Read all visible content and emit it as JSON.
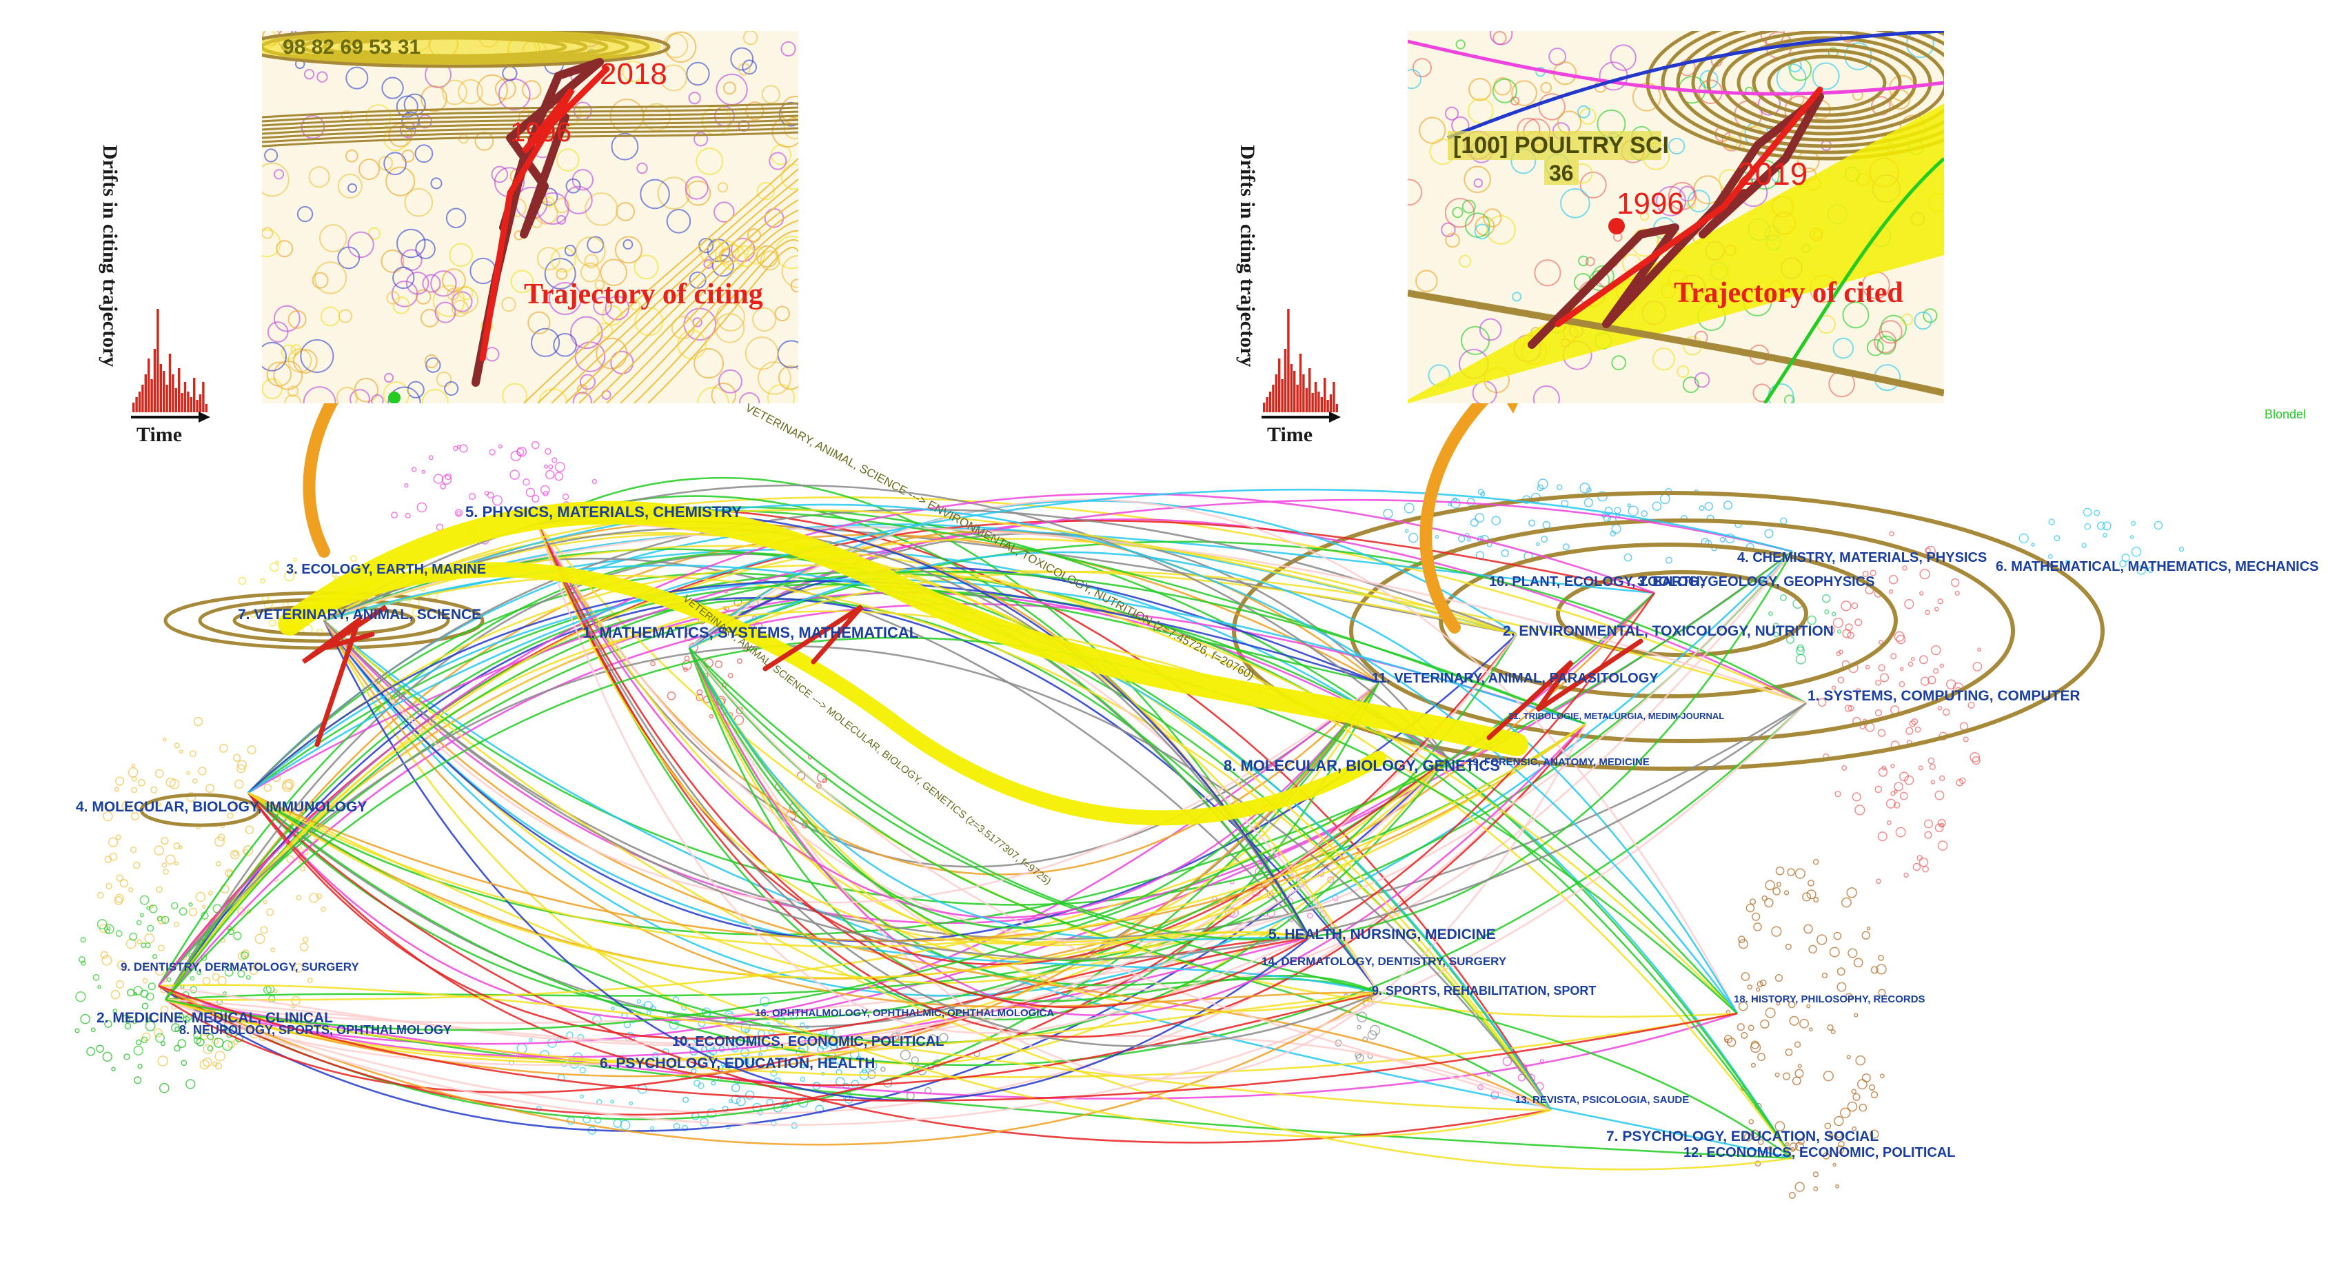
{
  "left_inset": {
    "drift_label": "Drifts in citing trajectory",
    "time_label": "Time",
    "title": "Trajectory of citing",
    "year_top": "2018",
    "year_mid": "1996",
    "ring_label": "98   82   69   53   31"
  },
  "right_inset": {
    "drift_label": "Drifts in citing trajectory",
    "time_label": "Time",
    "title": "Trajectory of cited",
    "year_top": "2019",
    "year_mid": "1996",
    "journal_label": "[100] POULTRY SCI",
    "journal_count": "36"
  },
  "legend_tag": "Blondel",
  "left_clusters": [
    "5. PHYSICS, MATERIALS, CHEMISTRY",
    "3. ECOLOGY, EARTH, MARINE",
    "7. VETERINARY, ANIMAL, SCIENCE",
    "1. MATHEMATICS, SYSTEMS, MATHEMATICAL",
    "4. MOLECULAR, BIOLOGY, IMMUNOLOGY",
    "9. DENTISTRY, DERMATOLOGY, SURGERY",
    "2. MEDICINE, MEDICAL, CLINICAL",
    "8. NEUROLOGY, SPORTS, OPHTHALMOLOGY",
    "16. OPHTHALMOLOGY, OPHTHALMIC, OPHTHALMOLOGICA",
    "10. ECONOMICS, ECONOMIC, POLITICAL",
    "6. PSYCHOLOGY, EDUCATION, HEALTH"
  ],
  "right_clusters": [
    "4. CHEMISTRY, MATERIALS, PHYSICS",
    "6. MATHEMATICAL, MATHEMATICS, MECHANICS",
    "10. PLANT, ECOLOGY, ZOOLOGY",
    "3. EARTH, GEOLOGY, GEOPHYSICS",
    "2. ENVIRONMENTAL, TOXICOLOGY, NUTRITION",
    "11. VETERINARY, ANIMAL, PARASITOLOGY",
    "1. SYSTEMS, COMPUTING, COMPUTER",
    "21. TRIBOLOGIE, METALURGIA, MEDIM-JOURNAL",
    "8. MOLECULAR, BIOLOGY, GENETICS",
    "19. FORENSIC, ANATOMY, MEDICINE",
    "5. HEALTH, NURSING, MEDICINE",
    "14. DERMATOLOGY, DENTISTRY, SURGERY",
    "9. SPORTS, REHABILITATION, SPORT",
    "18. HISTORY, PHILOSOPHY, RECORDS",
    "13. REVISTA, PSICOLOGIA, SAUDE",
    "7. PSYCHOLOGY, EDUCATION, SOCIAL",
    "12. ECONOMICS, ECONOMIC, POLITICAL"
  ],
  "paths": [
    "VETERINARY, ANIMAL, SCIENCE ---> ENVIRONMENTAL, TOXICOLOGY, NUTRITION (z=7.45726, f=20760)",
    "VETERINARY, ANIMAL, SCIENCE ---> MOLECULAR, BIOLOGY, GENETICS (z=3.5177307, f=9725)"
  ],
  "colors": {
    "label": "#1a3f9e",
    "trajectory": "#e8201a",
    "main_path": "#f4f000",
    "arrow": "#f0a020",
    "ring": "#a68a3a"
  }
}
